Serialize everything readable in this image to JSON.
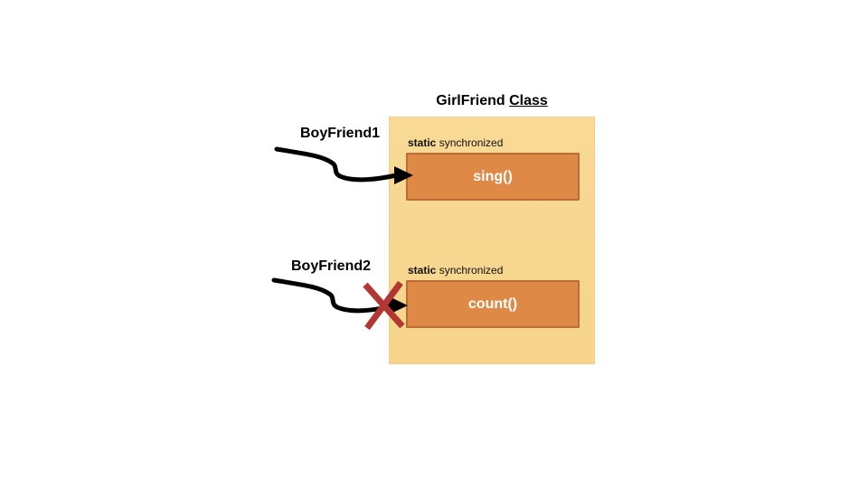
{
  "title": {
    "main": "GirlFriend",
    "underlined": "Class"
  },
  "threads": [
    {
      "label": "BoyFriend1",
      "blocked": false
    },
    {
      "label": "BoyFriend2",
      "blocked": true
    }
  ],
  "methods": [
    {
      "modifier_bold": "static",
      "modifier_rest": " synchronized",
      "name": "sing()"
    },
    {
      "modifier_bold": "static",
      "modifier_rest": " synchronized",
      "name": "count()"
    }
  ],
  "colors": {
    "container_fill": "#F7D791",
    "container_border": "#F0CE85",
    "method_fill": "#DE8A46",
    "method_border": "#BC6C34",
    "method_text": "#FFFFFF",
    "arrow": "#000000",
    "blocked_x": "#B23734",
    "label_text": "#000000"
  }
}
